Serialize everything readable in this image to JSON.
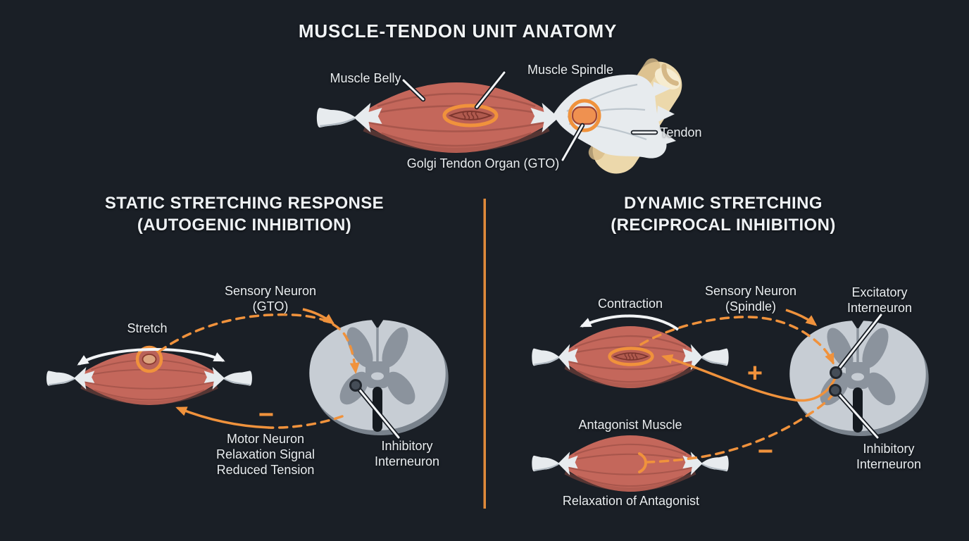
{
  "colors": {
    "background": "#1a1f26",
    "accent_orange": "#f0923c",
    "text": "#e9edf0",
    "muscle_red": "#c4675b",
    "tendon_white": "#e7ebee",
    "bone_beige": "#ecd8ab",
    "cord_gray": "#c7cdd4",
    "gray_matter": "#8b939d"
  },
  "anatomy": {
    "title": "MUSCLE-TENDON UNIT ANATOMY",
    "muscle_belly_label": "Muscle Belly",
    "muscle_spindle_label": "Muscle Spindle",
    "gto_label": "Golgi Tendon Organ (GTO)",
    "tendon_label": "Tendon"
  },
  "static_panel": {
    "heading": "STATIC STRETCHING RESPONSE\n(AUTOGENIC INHIBITION)",
    "stretch_label": "Stretch",
    "sensory_label": "Sensory Neuron\n(GTO)",
    "inhibitory_label": "Inhibitory\nInterneuron",
    "motor_label": "Motor Neuron\nRelaxation Signal\nReduced Tension",
    "minus_sign": "−"
  },
  "dynamic_panel": {
    "heading": "DYNAMIC STRETCHING\n(RECIPROCAL INHIBITION)",
    "contraction_label": "Contraction",
    "sensory_label": "Sensory Neuron\n(Spindle)",
    "excitatory_label": "Excitatory\nInterneuron",
    "inhibitory_label": "Inhibitory\nInterneuron",
    "antagonist_label": "Antagonist Muscle",
    "relaxation_label": "Relaxation of Antagonist",
    "plus_sign": "+",
    "minus_sign": "−"
  }
}
